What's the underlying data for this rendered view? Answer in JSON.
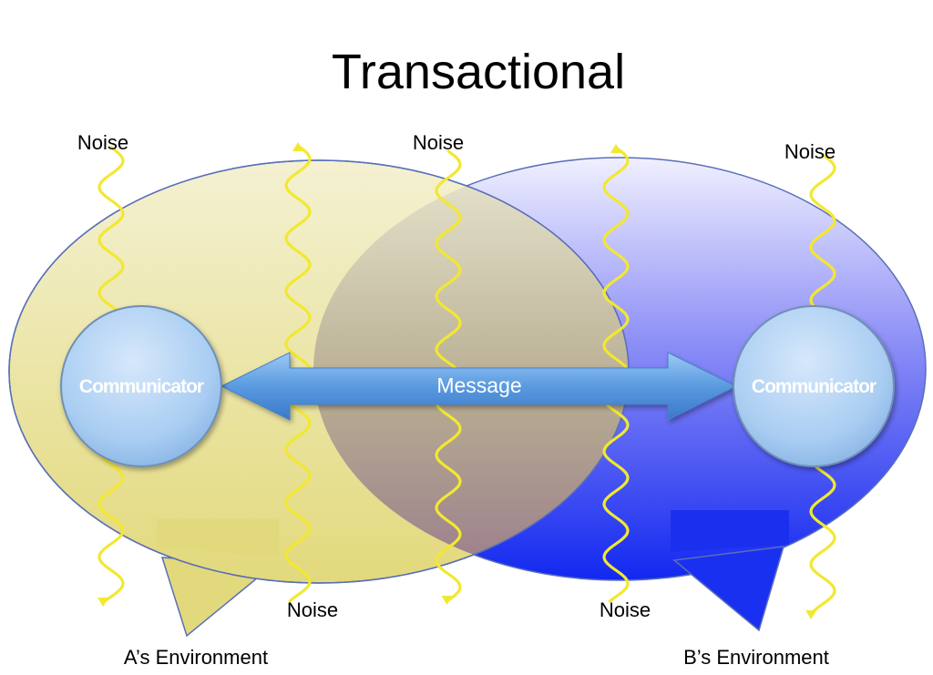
{
  "title": "Transactional",
  "bubbles": {
    "a": {
      "label": "A’s Environment",
      "color": "#e4dd8a"
    },
    "b": {
      "label": "B’s Environment",
      "color": "#2233ee"
    }
  },
  "communicators": {
    "a": {
      "label": "Communicator"
    },
    "b": {
      "label": "Communicator"
    }
  },
  "message": {
    "label": "Message"
  },
  "noise": {
    "label": "Noise",
    "labels": [
      "Noise",
      "Noise",
      "Noise",
      "Noise",
      "Noise"
    ],
    "color": "#f2e830"
  }
}
